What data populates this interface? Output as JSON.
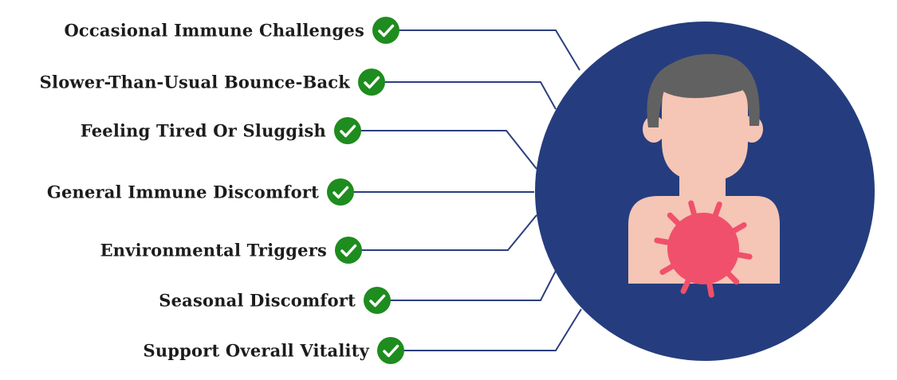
{
  "items": [
    {
      "label": "Occasional Immune Challenges"
    },
    {
      "label": "Slower-Than-Usual Bounce-Back"
    },
    {
      "label": "Feeling Tired Or Sluggish"
    },
    {
      "label": "General Immune Discomfort"
    },
    {
      "label": "Environmental Triggers"
    },
    {
      "label": "Seasonal Discomfort"
    },
    {
      "label": "Support Overall Vitality"
    }
  ],
  "icons": {
    "check": "check-circle-icon",
    "figure": "person-with-virus-icon"
  },
  "colors": {
    "circle": "#253d7e",
    "line": "#2b3f7f",
    "check": "#1e8c1e",
    "hair": "#616161",
    "skin": "#f5c5b6",
    "virus": "#f0506b",
    "text": "#1c1c1c"
  }
}
